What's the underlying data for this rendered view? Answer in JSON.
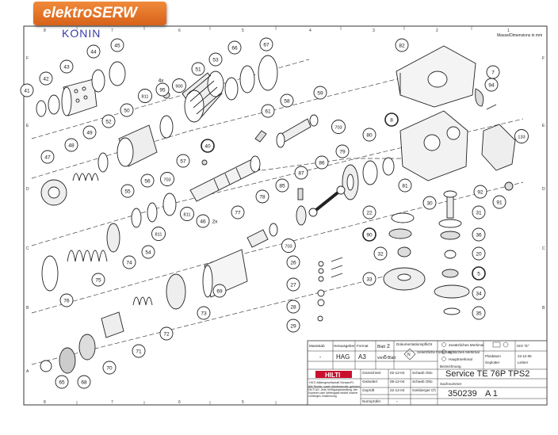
{
  "brand": {
    "logo": "elektroSERW",
    "city": "KONIN"
  },
  "frame": {
    "top_note": "Masse/Dimensions in mm",
    "cols": [
      "8",
      "7",
      "6",
      "5",
      "4",
      "3",
      "2",
      "1"
    ],
    "rows": [
      "F",
      "E",
      "D",
      "C",
      "B",
      "A"
    ]
  },
  "callouts": [
    "41",
    "42",
    "43",
    "44",
    "45",
    "4x",
    "95",
    "900",
    "811",
    "51",
    "53",
    "66",
    "67",
    "82",
    "7",
    "94",
    "50",
    "52",
    "49",
    "48",
    "47",
    "61",
    "58",
    "59",
    "703",
    "8",
    "80",
    "133",
    "40",
    "57",
    "703",
    "811",
    "56",
    "55",
    "54",
    "811",
    "46",
    "2x",
    "87",
    "86",
    "79",
    "81",
    "78",
    "85",
    "703",
    "92",
    "91",
    "30",
    "31",
    "22",
    "90",
    "36",
    "32",
    "20",
    "33",
    "5",
    "34",
    "35",
    "77",
    "74",
    "75",
    "76",
    "69",
    "73",
    "72",
    "71",
    "26",
    "27",
    "28",
    "29",
    "70",
    "65",
    "68"
  ],
  "title_block": {
    "massstab_label": "Massstab",
    "massstab": "-",
    "herausgeber_label": "Herausgeber",
    "herausgeber": "HAG",
    "format_label": "Format",
    "format": "A3",
    "blatt_label": "Blatt",
    "blatt": "2",
    "von_label": "von",
    "von": "6",
    "blatt2": "Blatt",
    "dok_label": "Dokumentationspflicht",
    "gesetz": "Gesetzliche Forderung",
    "zus_label": "Zusätzliches Merkmal",
    "krit_label": "Kritisches Merkmal",
    "haupt_label": "Hauptmerkmal",
    "iso": "ISO \"E\"",
    "pfad_label": "Plotdatum",
    "pfad": "22-12-06",
    "gepl_label": "Geplottet",
    "gepl": "Lisherr",
    "gezeichnet_label": "Gezeichnet",
    "gezeichnet_date": "02-12-04",
    "gezeichnet_name": "Schaeb Otto",
    "geaendert_label": "Geändert",
    "geaendert_date": "06-12-04",
    "geaendert_name": "Schaeb Otto",
    "geprueft_label": "Geprüft",
    "geprueft_date": "22-12-04",
    "geprueft_name": "Geisberger Ch",
    "normpr_label": "Normprüfer",
    "normpr": "-",
    "bez_label": "Bezeichnung",
    "bez": "Service TE 76P TPS2",
    "sach_label": "Sachnummer",
    "sach": "350239",
    "rev": "A 1",
    "brand": "HILTI",
    "corp": "HILTI Aktiengesellschaft Schaan/FL",
    "legal": "Alle Rechte, sowie Urheberrechte, gehören HILTI AG. Jede Verfügungshandlung, wie Kopieren oder Weitergabe bedarf unserer vorherigen Zustimmung"
  }
}
